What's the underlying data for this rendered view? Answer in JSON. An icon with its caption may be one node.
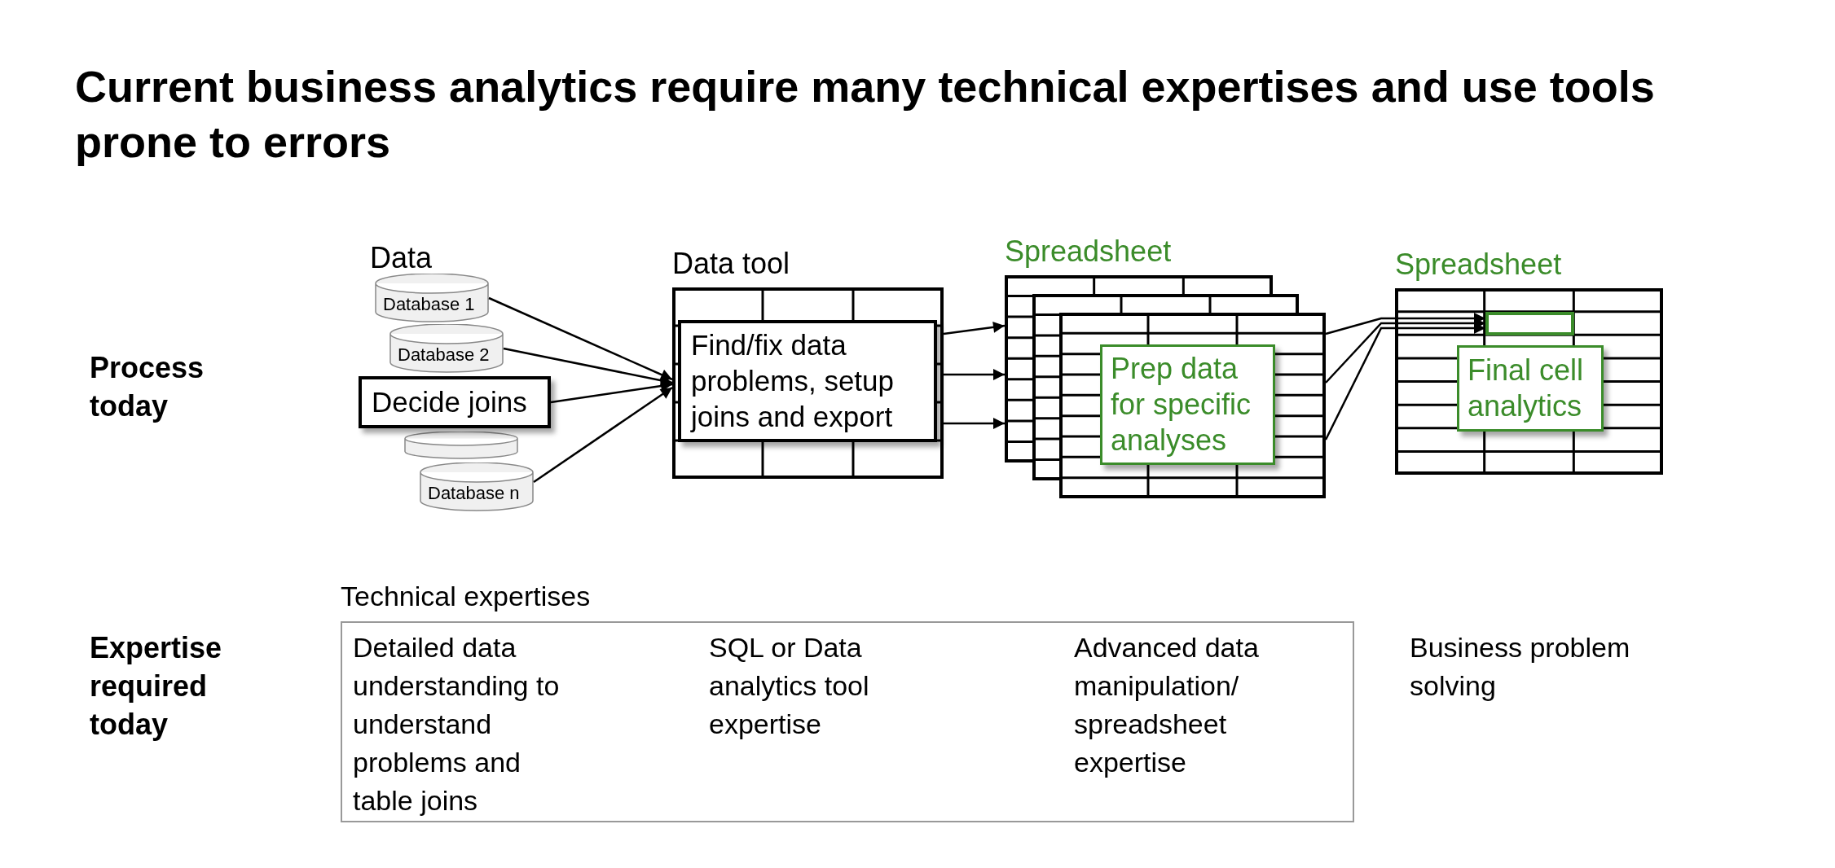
{
  "diagram": {
    "title": "Current business analytics require many technical expertises and use tools prone to errors",
    "nodes": [
      {
        "text": [
          "Database 1"
        ]
      },
      {
        "text": [
          "Database 2"
        ]
      },
      {
        "text": [],
        "shape": "cylinder"
      },
      {
        "text": [
          "Database n"
        ]
      },
      {
        "text": [
          "Decide joins"
        ]
      },
      {
        "text": [
          "Data tool"
        ]
      },
      {
        "text": [
          "Find/fix data problems, setup joins and export"
        ],
        "in": 5
      },
      {
        "text": [
          "Spreadsheet"
        ]
      },
      {
        "text": [
          "Prep data for specific analyses"
        ],
        "in": 7
      },
      {
        "text": [
          "Spreadsheet"
        ]
      },
      {
        "text": [],
        "shape": "box",
        "in": 9
      },
      {
        "text": [
          "Final cell analytics"
        ],
        "in": 9
      },
      {
        "text": [
          "Technical expertises"
        ]
      },
      {
        "text": [
          "Detailed data understanding to understand problems and table joins"
        ],
        "in": 12
      },
      {
        "text": [
          "SQL or Data analytics tool expertise"
        ],
        "in": 12
      },
      {
        "text": [
          "Advanced data manipulation/ spreadsheet expertise"
        ],
        "in": 12
      }
    ],
    "edges": [
      {
        "from": 0,
        "to": 5,
        "arrow": "to"
      },
      {
        "from": 1,
        "to": 5,
        "arrow": "to"
      },
      {
        "from": 4,
        "to": 5,
        "arrow": "to"
      },
      {
        "from": 3,
        "to": 5,
        "arrow": "to"
      },
      {
        "from": 5,
        "to": 7,
        "arrow": "to"
      },
      {
        "from": 5,
        "to": 7,
        "arrow": "to"
      },
      {
        "from": 5,
        "to": 7,
        "arrow": "to"
      },
      {
        "from": 7,
        "to": 10,
        "arrow": "to"
      },
      {
        "from": 7,
        "to": 10,
        "arrow": "to"
      },
      {
        "from": 7,
        "to": 10,
        "arrow": "to"
      }
    ],
    "labels": [
      "Data",
      "Process today",
      "Expertise required today",
      "Business problem solving"
    ]
  }
}
